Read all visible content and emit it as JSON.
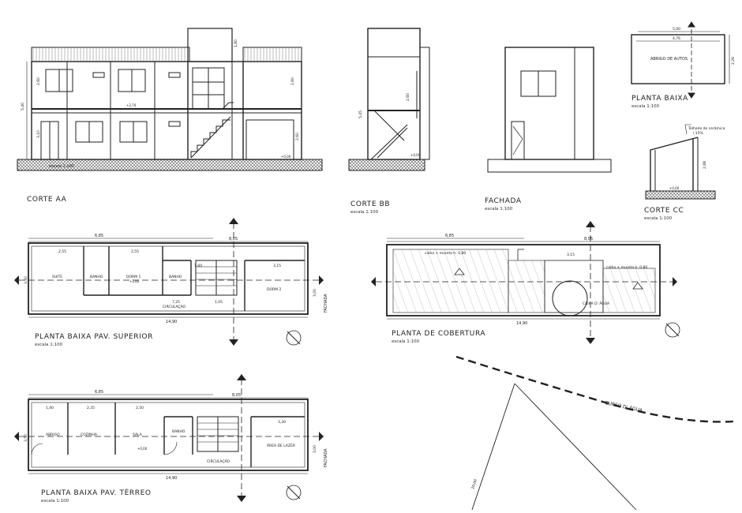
{
  "sections": {
    "corte_aa": {
      "title": "CORTE AA",
      "scale": "escala 1:100"
    },
    "corte_bb": {
      "title": "CORTE BB",
      "scale": "escala 1:100"
    },
    "fachada": {
      "title": "FACHADA",
      "scale": "escala 1:100"
    },
    "planta_baixa": {
      "title": "PLANTA BAIXA",
      "scale": "escala 1:100",
      "room": "ABRIGO DE AUTOS",
      "dims": [
        "5,00",
        "4,76",
        "2,26"
      ]
    },
    "corte_cc": {
      "title": "CORTE CC",
      "scale": "escala 1:100",
      "note": "Telhado de cerâmica",
      "slope": "i:15%",
      "dim": "2,88"
    },
    "superior": {
      "title": "PLANTA BAIXA PAV. SUPERIOR",
      "scale": "escala 1:100"
    },
    "cobertura": {
      "title": "PLANTA DE COBERTURA",
      "scale": "escala 1:100",
      "calha1": "calha + mureta h: 0,80",
      "calha2": "calha + mureta h: 0,80",
      "caixa": "CAIXA D' ÁGUA"
    },
    "terreo": {
      "title": "PLANTA BAIXA PAV. TÉRREO",
      "scale": "escala 1:100"
    }
  },
  "site": {
    "river": "CURSO D' ÁGUA",
    "dim": "20,00"
  },
  "dims": {
    "d685": "6,85",
    "d805": "8,05",
    "d1490": "14,90",
    "d315": "3,15",
    "d330": "3,30",
    "d350": "3,50",
    "d725": "7,25",
    "d105": "1,05",
    "d255": "2,55",
    "d250": "2,50",
    "d235": "2,35",
    "d140": "1,40",
    "d160": "1,60",
    "d545": "5,45",
    "d540": "5,40",
    "d300": "3,00",
    "d310": "3,10"
  },
  "rooms": {
    "suite": "SUITE",
    "banho": "BANHO",
    "dorm1": "DORM 1",
    "dorm2": "DORM 2",
    "circ": "CIRCULAÇÃO",
    "abrigo": "ABRIGO",
    "cozinha": "COZINHA",
    "sala": "SALA",
    "lazer": "ÁREA DE LAZER",
    "banho2": "BANHO"
  },
  "levels": {
    "l1": "+2,70",
    "l2": "+0,00",
    "l3": "+2,80"
  },
  "facade_labels": {
    "fachada_side": "FACHADA"
  }
}
